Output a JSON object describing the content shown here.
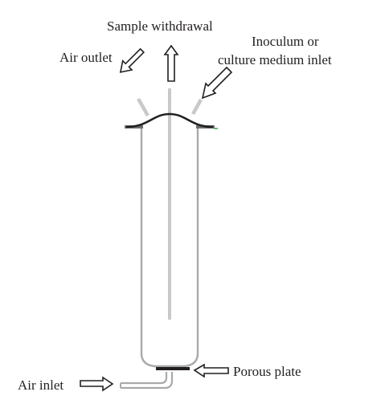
{
  "labels": {
    "sample_withdrawal": "Sample withdrawal",
    "air_outlet": "Air outlet",
    "inoculum_line1": "Inoculum or",
    "inoculum_line2": "culture medium inlet",
    "porous_plate": "Porous plate",
    "air_inlet": "Air inlet"
  },
  "colors": {
    "tube_outline": "#a7a9ac",
    "cap_and_plate": "#231f20",
    "arrow_outline": "#231f20",
    "text": "#231f20",
    "accent_tip": "#3aa64a"
  }
}
